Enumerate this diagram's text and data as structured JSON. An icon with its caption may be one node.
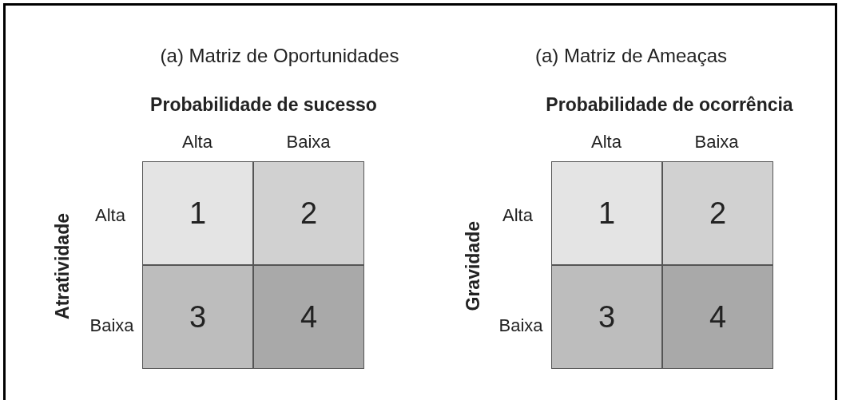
{
  "diagram": {
    "nodes": [
      {
        "text": [
          "1"
        ]
      },
      {
        "text": [
          "2"
        ]
      },
      {
        "text": [
          "1"
        ]
      },
      {
        "text": [
          "2"
        ]
      },
      {
        "text": [
          "3"
        ]
      },
      {
        "text": [
          "4"
        ]
      },
      {
        "text": [
          "3"
        ]
      },
      {
        "text": [
          "4"
        ]
      }
    ],
    "labels": [
      "(a) Matriz de Oportunidades",
      "(a) Matriz de Ameaças",
      "Probabilidade de sucesso",
      "Probabilidade de ocorrência",
      "Alta",
      "Baixa",
      "Alta",
      "Baixa",
      "Atratividade",
      "Alta",
      "Gravidade",
      "Alta",
      "Baixa",
      "Baixa"
    ]
  }
}
